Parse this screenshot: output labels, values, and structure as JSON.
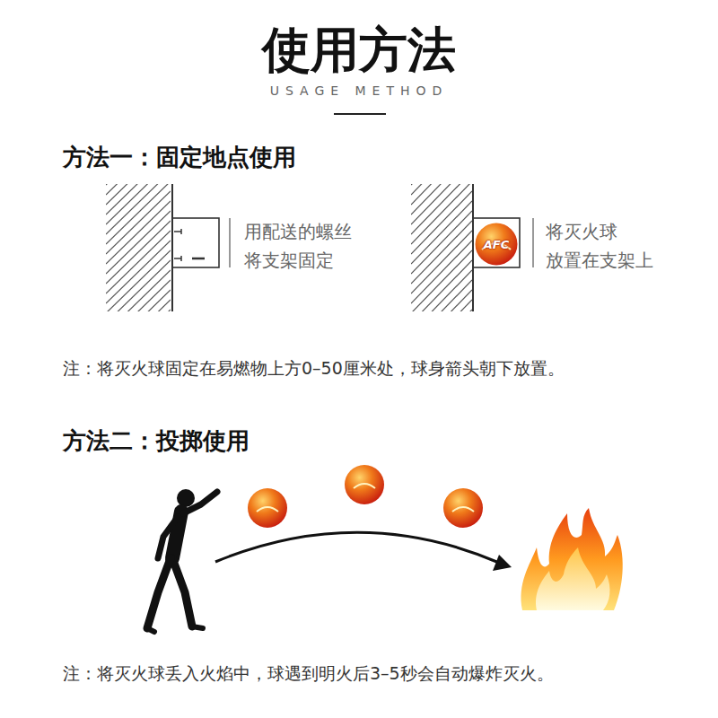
{
  "diagram": {
    "title": "使用方法",
    "nodes": [
      {
        "text": [
          "AFC"
        ]
      }
    ],
    "labels": [
      "USAGE METHOD",
      "方法一：固定地点使用",
      "用配送的螺丝 将支架固定",
      "将灭火球 放置在支架上",
      "注：将灭火球固定在易燃物上方0–50厘米处，球身箭头朝下放置。",
      "方法二：投掷使用",
      "注：将灭火球丢入火焰中，球遇到明火后3–5秒会自动爆炸灭火。"
    ]
  }
}
